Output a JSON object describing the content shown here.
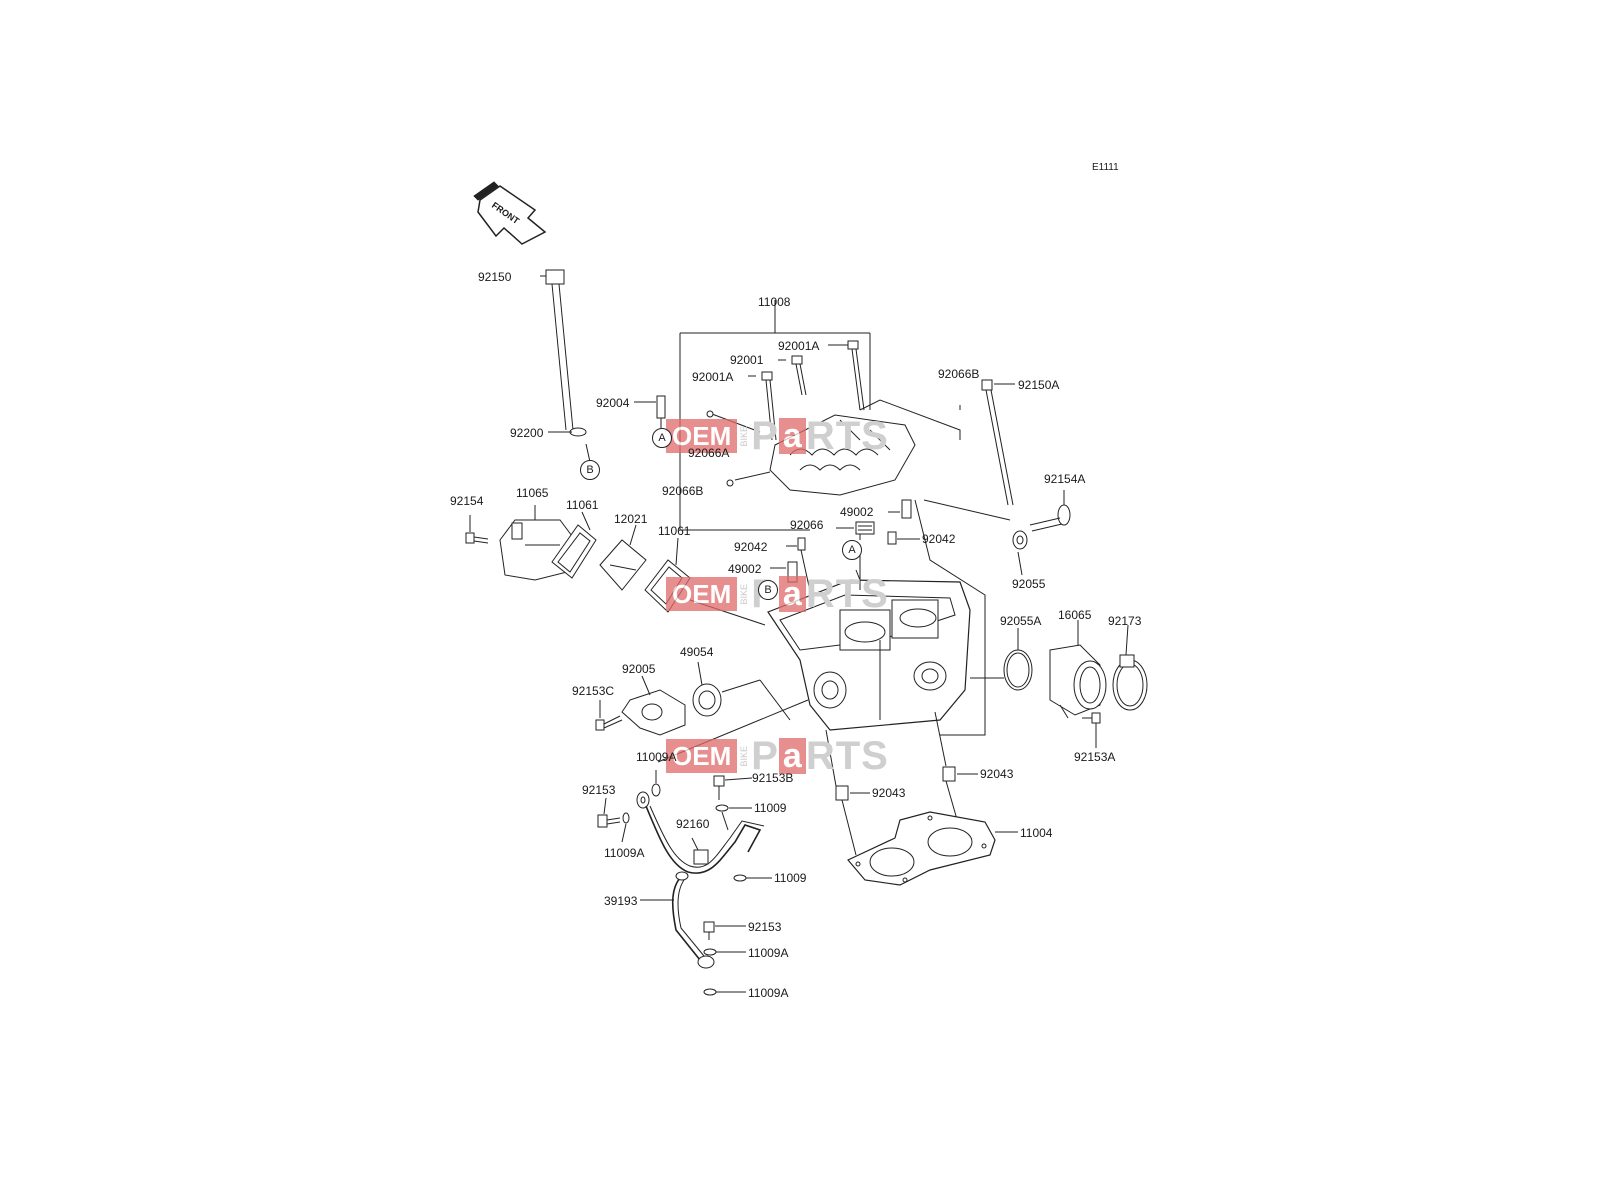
{
  "diagram_code": "E1111",
  "front_label": "FRONT",
  "watermark": {
    "oem": "OEM",
    "bike": "BIKE",
    "p": "P",
    "a": "a",
    "rts": "RTS"
  },
  "refs": {
    "A": "A",
    "B": "B"
  },
  "parts": {
    "p92150": "92150",
    "p11008": "11008",
    "p92001A_top": "92001A",
    "p92001": "92001",
    "p92001A_left": "92001A",
    "p92066B_top": "92066B",
    "p92150A": "92150A",
    "p92004": "92004",
    "p92066A": "92066A",
    "p92200": "92200",
    "p92066B_mid": "92066B",
    "p92154": "92154",
    "p11065": "11065",
    "p11061_a": "11061",
    "p12021": "12021",
    "p11061_b": "11061",
    "p49002_top": "49002",
    "p92154A": "92154A",
    "p92066": "92066",
    "p92042_right": "92042",
    "p92042_left": "92042",
    "p92055": "92055",
    "p49002_left": "49002",
    "p92055A": "92055A",
    "p16065": "16065",
    "p92173": "92173",
    "p49054": "49054",
    "p92005": "92005",
    "p92153C": "92153C",
    "p92153A": "92153A",
    "p11009A_a": "11009A",
    "p92153B": "92153B",
    "p92043_right": "92043",
    "p92153_left": "92153",
    "p92043_mid": "92043",
    "p11009_top": "11009",
    "p92160": "92160",
    "p11004": "11004",
    "p11009A_b": "11009A",
    "p11009_low": "11009",
    "p39193": "39193",
    "p92153_low": "92153",
    "p11009A_c": "11009A",
    "p11009A_d": "11009A"
  },
  "colors": {
    "line": "#222222",
    "watermark_red": "#e06a6a",
    "watermark_grey": "#cfcfcf"
  }
}
